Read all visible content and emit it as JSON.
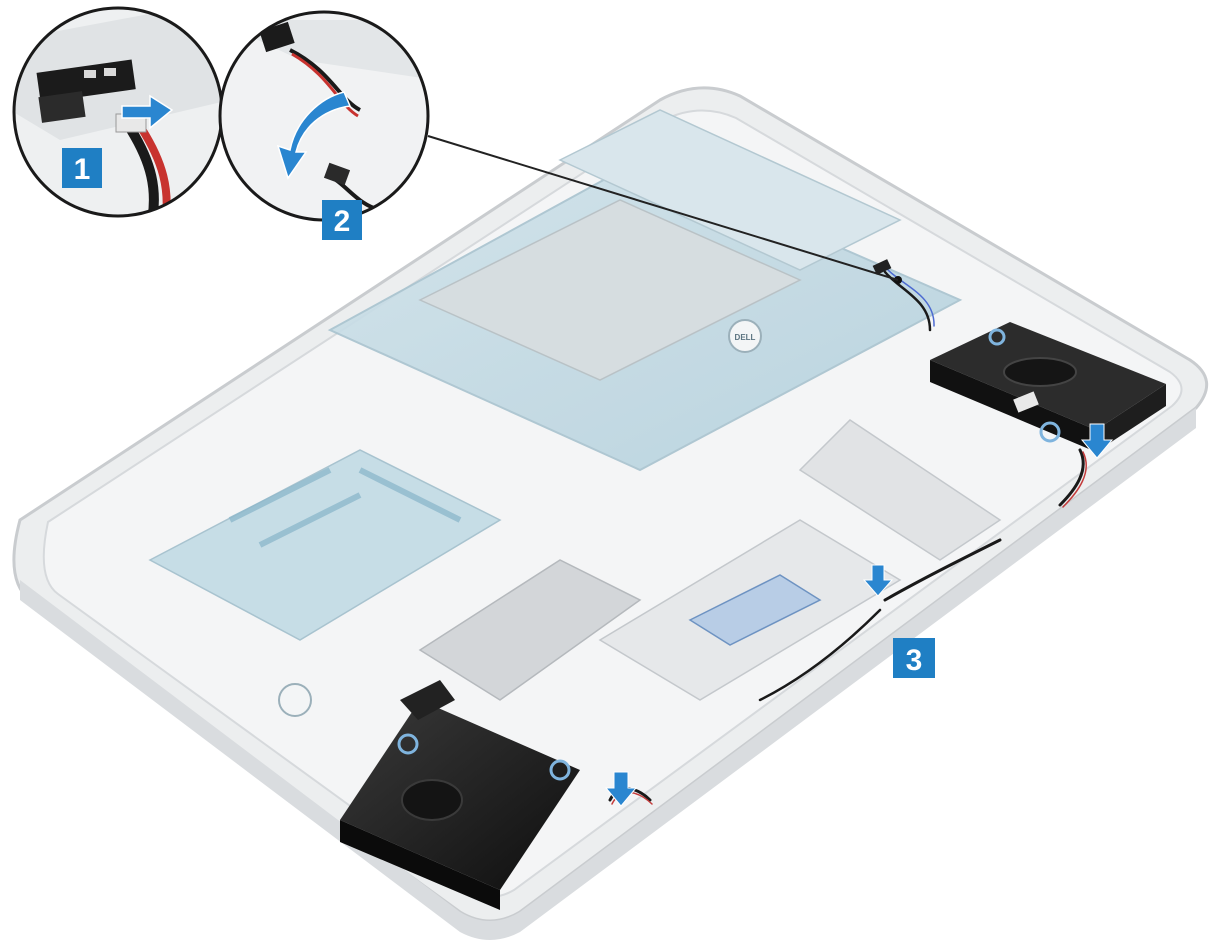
{
  "figure": {
    "steps": [
      {
        "number": "1"
      },
      {
        "number": "2"
      },
      {
        "number": "3"
      }
    ],
    "board_logo": "DELL",
    "colors": {
      "callout_blue": "#1f7fc4",
      "arrow_blue": "#2a86d0",
      "chassis": "#e4e6e8",
      "board": "#bfd8e2",
      "speaker": "#1c1c1c",
      "cable_red": "#c43c3c",
      "cable_black": "#1a1a1a"
    },
    "icons": [
      "curved-arrow-icon",
      "down-arrow-icon"
    ]
  }
}
